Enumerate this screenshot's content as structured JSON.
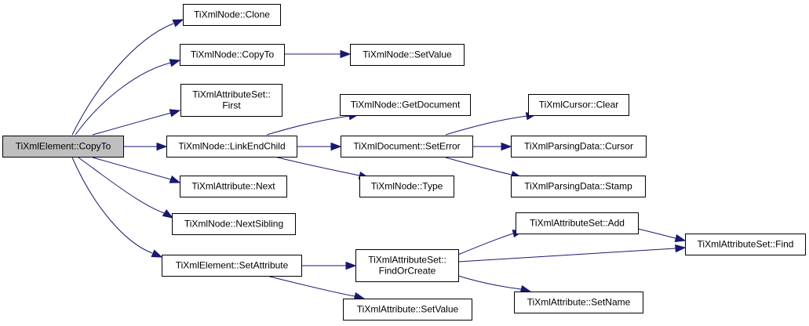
{
  "diagram": {
    "type": "call-graph",
    "colors": {
      "edge": "#191970",
      "node_fill": "#ffffff",
      "root_fill": "#bfbfbf",
      "border": "#000000"
    },
    "nodes": [
      {
        "id": "root",
        "lines": [
          "TiXmlElement::CopyTo"
        ],
        "root": true
      },
      {
        "id": "clone",
        "lines": [
          "TiXmlNode::Clone"
        ]
      },
      {
        "id": "copyto",
        "lines": [
          "TiXmlNode::CopyTo"
        ]
      },
      {
        "id": "setvalue_node",
        "lines": [
          "TiXmlNode::SetValue"
        ]
      },
      {
        "id": "first",
        "lines": [
          "TiXmlAttributeSet::",
          "First"
        ]
      },
      {
        "id": "getdocument",
        "lines": [
          "TiXmlNode::GetDocument"
        ]
      },
      {
        "id": "cursorclear",
        "lines": [
          "TiXmlCursor::Clear"
        ]
      },
      {
        "id": "linkendchild",
        "lines": [
          "TiXmlNode::LinkEndChild"
        ]
      },
      {
        "id": "seterror",
        "lines": [
          "TiXmlDocument::SetError"
        ]
      },
      {
        "id": "pdcursor",
        "lines": [
          "TiXmlParsingData::Cursor"
        ]
      },
      {
        "id": "pdstamp",
        "lines": [
          "TiXmlParsingData::Stamp"
        ]
      },
      {
        "id": "type",
        "lines": [
          "TiXmlNode::Type"
        ]
      },
      {
        "id": "attrnext",
        "lines": [
          "TiXmlAttribute::Next"
        ]
      },
      {
        "id": "nextsibling",
        "lines": [
          "TiXmlNode::NextSibling"
        ]
      },
      {
        "id": "setattribute",
        "lines": [
          "TiXmlElement::SetAttribute"
        ]
      },
      {
        "id": "findorcreate",
        "lines": [
          "TiXmlAttributeSet::",
          "FindOrCreate"
        ]
      },
      {
        "id": "asadd",
        "lines": [
          "TiXmlAttributeSet::Add"
        ]
      },
      {
        "id": "asfind",
        "lines": [
          "TiXmlAttributeSet::Find"
        ]
      },
      {
        "id": "setname",
        "lines": [
          "TiXmlAttribute::SetName"
        ]
      },
      {
        "id": "attrsetvalue",
        "lines": [
          "TiXmlAttribute::SetValue"
        ]
      }
    ],
    "edges": [
      {
        "from": "root",
        "to": "clone"
      },
      {
        "from": "root",
        "to": "copyto"
      },
      {
        "from": "root",
        "to": "first"
      },
      {
        "from": "root",
        "to": "linkendchild"
      },
      {
        "from": "root",
        "to": "attrnext"
      },
      {
        "from": "root",
        "to": "nextsibling"
      },
      {
        "from": "root",
        "to": "setattribute"
      },
      {
        "from": "copyto",
        "to": "setvalue_node"
      },
      {
        "from": "linkendchild",
        "to": "getdocument"
      },
      {
        "from": "linkendchild",
        "to": "seterror"
      },
      {
        "from": "linkendchild",
        "to": "type"
      },
      {
        "from": "seterror",
        "to": "cursorclear"
      },
      {
        "from": "seterror",
        "to": "pdcursor"
      },
      {
        "from": "seterror",
        "to": "pdstamp"
      },
      {
        "from": "setattribute",
        "to": "findorcreate"
      },
      {
        "from": "setattribute",
        "to": "attrsetvalue"
      },
      {
        "from": "findorcreate",
        "to": "asadd"
      },
      {
        "from": "findorcreate",
        "to": "asfind"
      },
      {
        "from": "findorcreate",
        "to": "setname"
      },
      {
        "from": "asadd",
        "to": "asfind"
      }
    ]
  }
}
